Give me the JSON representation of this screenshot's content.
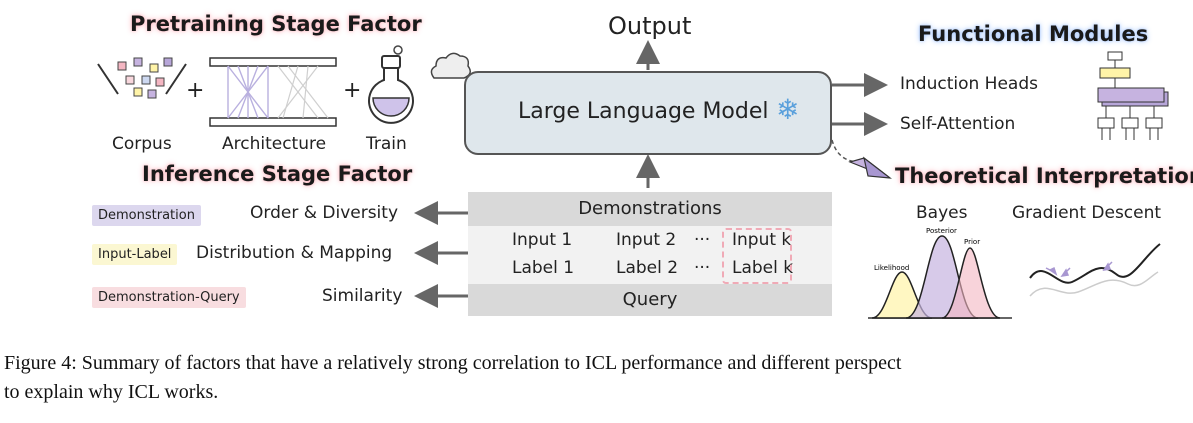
{
  "pretraining": {
    "title": "Pretraining Stage Factor",
    "corpus_label": "Corpus",
    "architecture_label": "Architecture",
    "train_label": "Train",
    "plus_symbol": "+"
  },
  "inference": {
    "title": "Inference Stage Factor",
    "factors": [
      {
        "tag": "Demonstration",
        "text": "Order & Diversity",
        "color": "#dcd7ee"
      },
      {
        "tag": "Input-Label",
        "text": "Distribution & Mapping",
        "color": "#fbf7d2"
      },
      {
        "tag": "Demonstration-Query",
        "text": "Similarity",
        "color": "#f8dde0"
      }
    ]
  },
  "model": {
    "output_label": "Output",
    "name": "Large Language Model",
    "outputs": [
      "Induction Heads",
      "Self-Attention"
    ]
  },
  "demos": {
    "header": "Demonstrations",
    "inputs": [
      "Input  1",
      "Input 2",
      "···",
      "Input k"
    ],
    "labels": [
      "Label  1",
      "Label 2",
      "···",
      "Label k"
    ],
    "query": "Query"
  },
  "functional": {
    "title": "Functional Modules"
  },
  "theory": {
    "title": "Theoretical Interpretation",
    "bayes_label": "Bayes",
    "gd_label": "Gradient Descent",
    "curve_labels": {
      "likelihood": "Likelihood",
      "posterior": "Posterior",
      "prior": "Prior"
    }
  },
  "caption": {
    "line1": "Figure 4: Summary of factors that have a relatively strong correlation to ICL performance and different perspect",
    "line2": "to explain why ICL works."
  }
}
